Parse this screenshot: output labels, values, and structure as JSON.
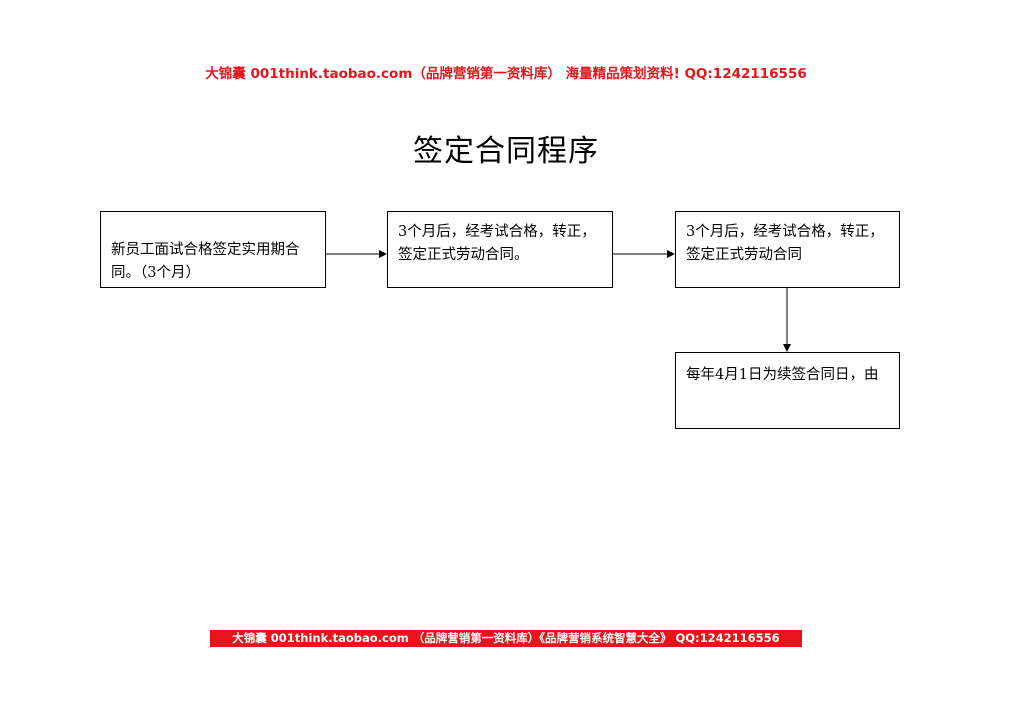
{
  "header": {
    "banner_text": "大锦囊  001think.taobao.com（品牌营销第一资料库） 海量精品策划资料! QQ:1242116556"
  },
  "document": {
    "title": "签定合同程序"
  },
  "flowchart": {
    "box1_text": "新员工面试合格签定实用期合同。（3个月）",
    "box2_text": "3个月后，经考试合格，转正，签定正式劳动合同。",
    "box3_text": "3个月后，经考试合格，转正，签定正式劳动合同",
    "box4_text": "每年4月1日为续签合同日，由"
  },
  "footer": {
    "banner_text": "大锦囊  001think.taobao.com （品牌营销第一资料库）《品牌营销系统智慧大全》  QQ:1242116556"
  },
  "colors": {
    "banner_red": "#e8141b",
    "text": "#000000",
    "background": "#ffffff"
  }
}
